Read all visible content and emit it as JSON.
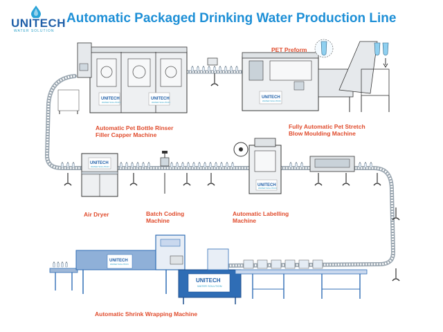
{
  "header": {
    "title": "Automatic Packaged Drinking Water Production Line"
  },
  "logo": {
    "brand": "UNITECH",
    "tagline": "WATER SOLUTION",
    "icon": "water-drop-icon",
    "color": "#1f5fa8"
  },
  "badges": {
    "brand": "UNITECH",
    "tagline": "WATER SOLUTION"
  },
  "labels": {
    "pet_preform": "PET Preform",
    "rinser_line1": "Automatic Pet Bottle Rinser",
    "rinser_line2": "Filler Capper Machine",
    "blow_line1": "Fully Automatic Pet Stretch",
    "blow_line2": "Blow Moulding Machine",
    "air_dryer": "Air Dryer",
    "batch_line1": "Batch Coding",
    "batch_line2": "Machine",
    "label_line1": "Automatic Labelling",
    "label_line2": "Machine",
    "shrink": "Automatic Shrink Wrapping Machine"
  },
  "colors": {
    "title": "#1d8fd6",
    "label": "#e04b2c",
    "shrink_frame": "#2f6db5",
    "machine_body": "#eef0f2",
    "outline": "#333333"
  }
}
